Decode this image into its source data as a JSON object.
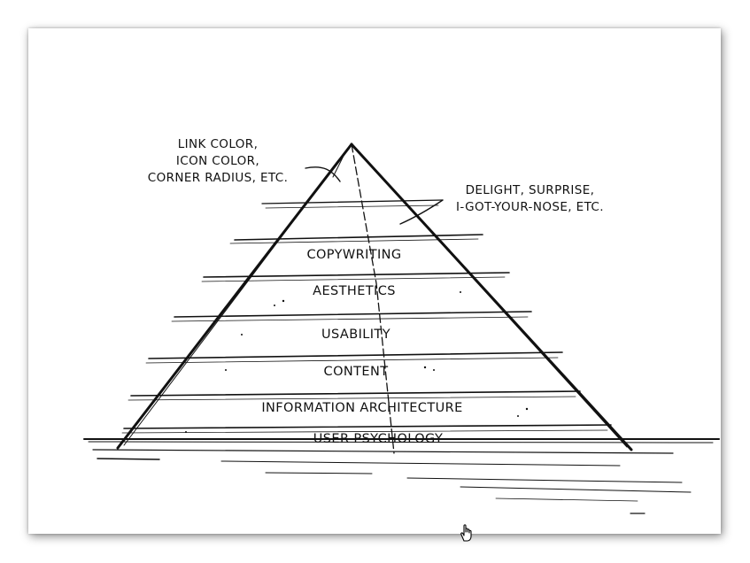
{
  "diagram": {
    "layers_top_to_bottom": [
      "COPYWRITING",
      "AESTHETICS",
      "USABILITY",
      "CONTENT",
      "INFORMATION ARCHITECTURE",
      "USER PSYCHOLOGY"
    ],
    "annotation_left": [
      "LINK COLOR,",
      "ICON COLOR,",
      "CORNER RADIUS, ETC."
    ],
    "annotation_right": [
      "DELIGHT, SURPRISE,",
      "I-GOT-YOUR-NOSE, ETC."
    ],
    "cursor_icon": "hand-cursor-icon"
  }
}
